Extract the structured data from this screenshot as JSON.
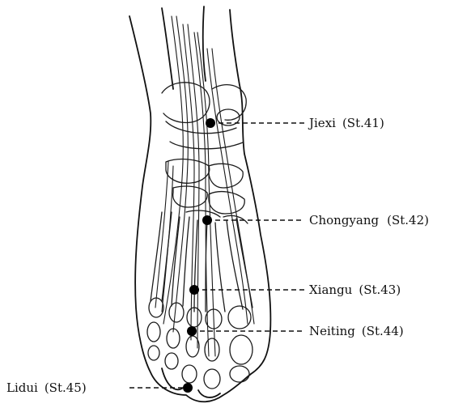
{
  "points": [
    {
      "id": "st41",
      "name": "Jiexi",
      "code": "(St.41)"
    },
    {
      "id": "st42",
      "name": "Chongyang",
      "code": "(St.42)"
    },
    {
      "id": "st43",
      "name": "Xiangu",
      "code": "(St.43)"
    },
    {
      "id": "st44",
      "name": "Neiting",
      "code": "(St.44)"
    },
    {
      "id": "st45",
      "name": "Lidui",
      "code": "(St.45)"
    }
  ],
  "colors": {
    "ink": "#111111",
    "background": "#ffffff"
  }
}
